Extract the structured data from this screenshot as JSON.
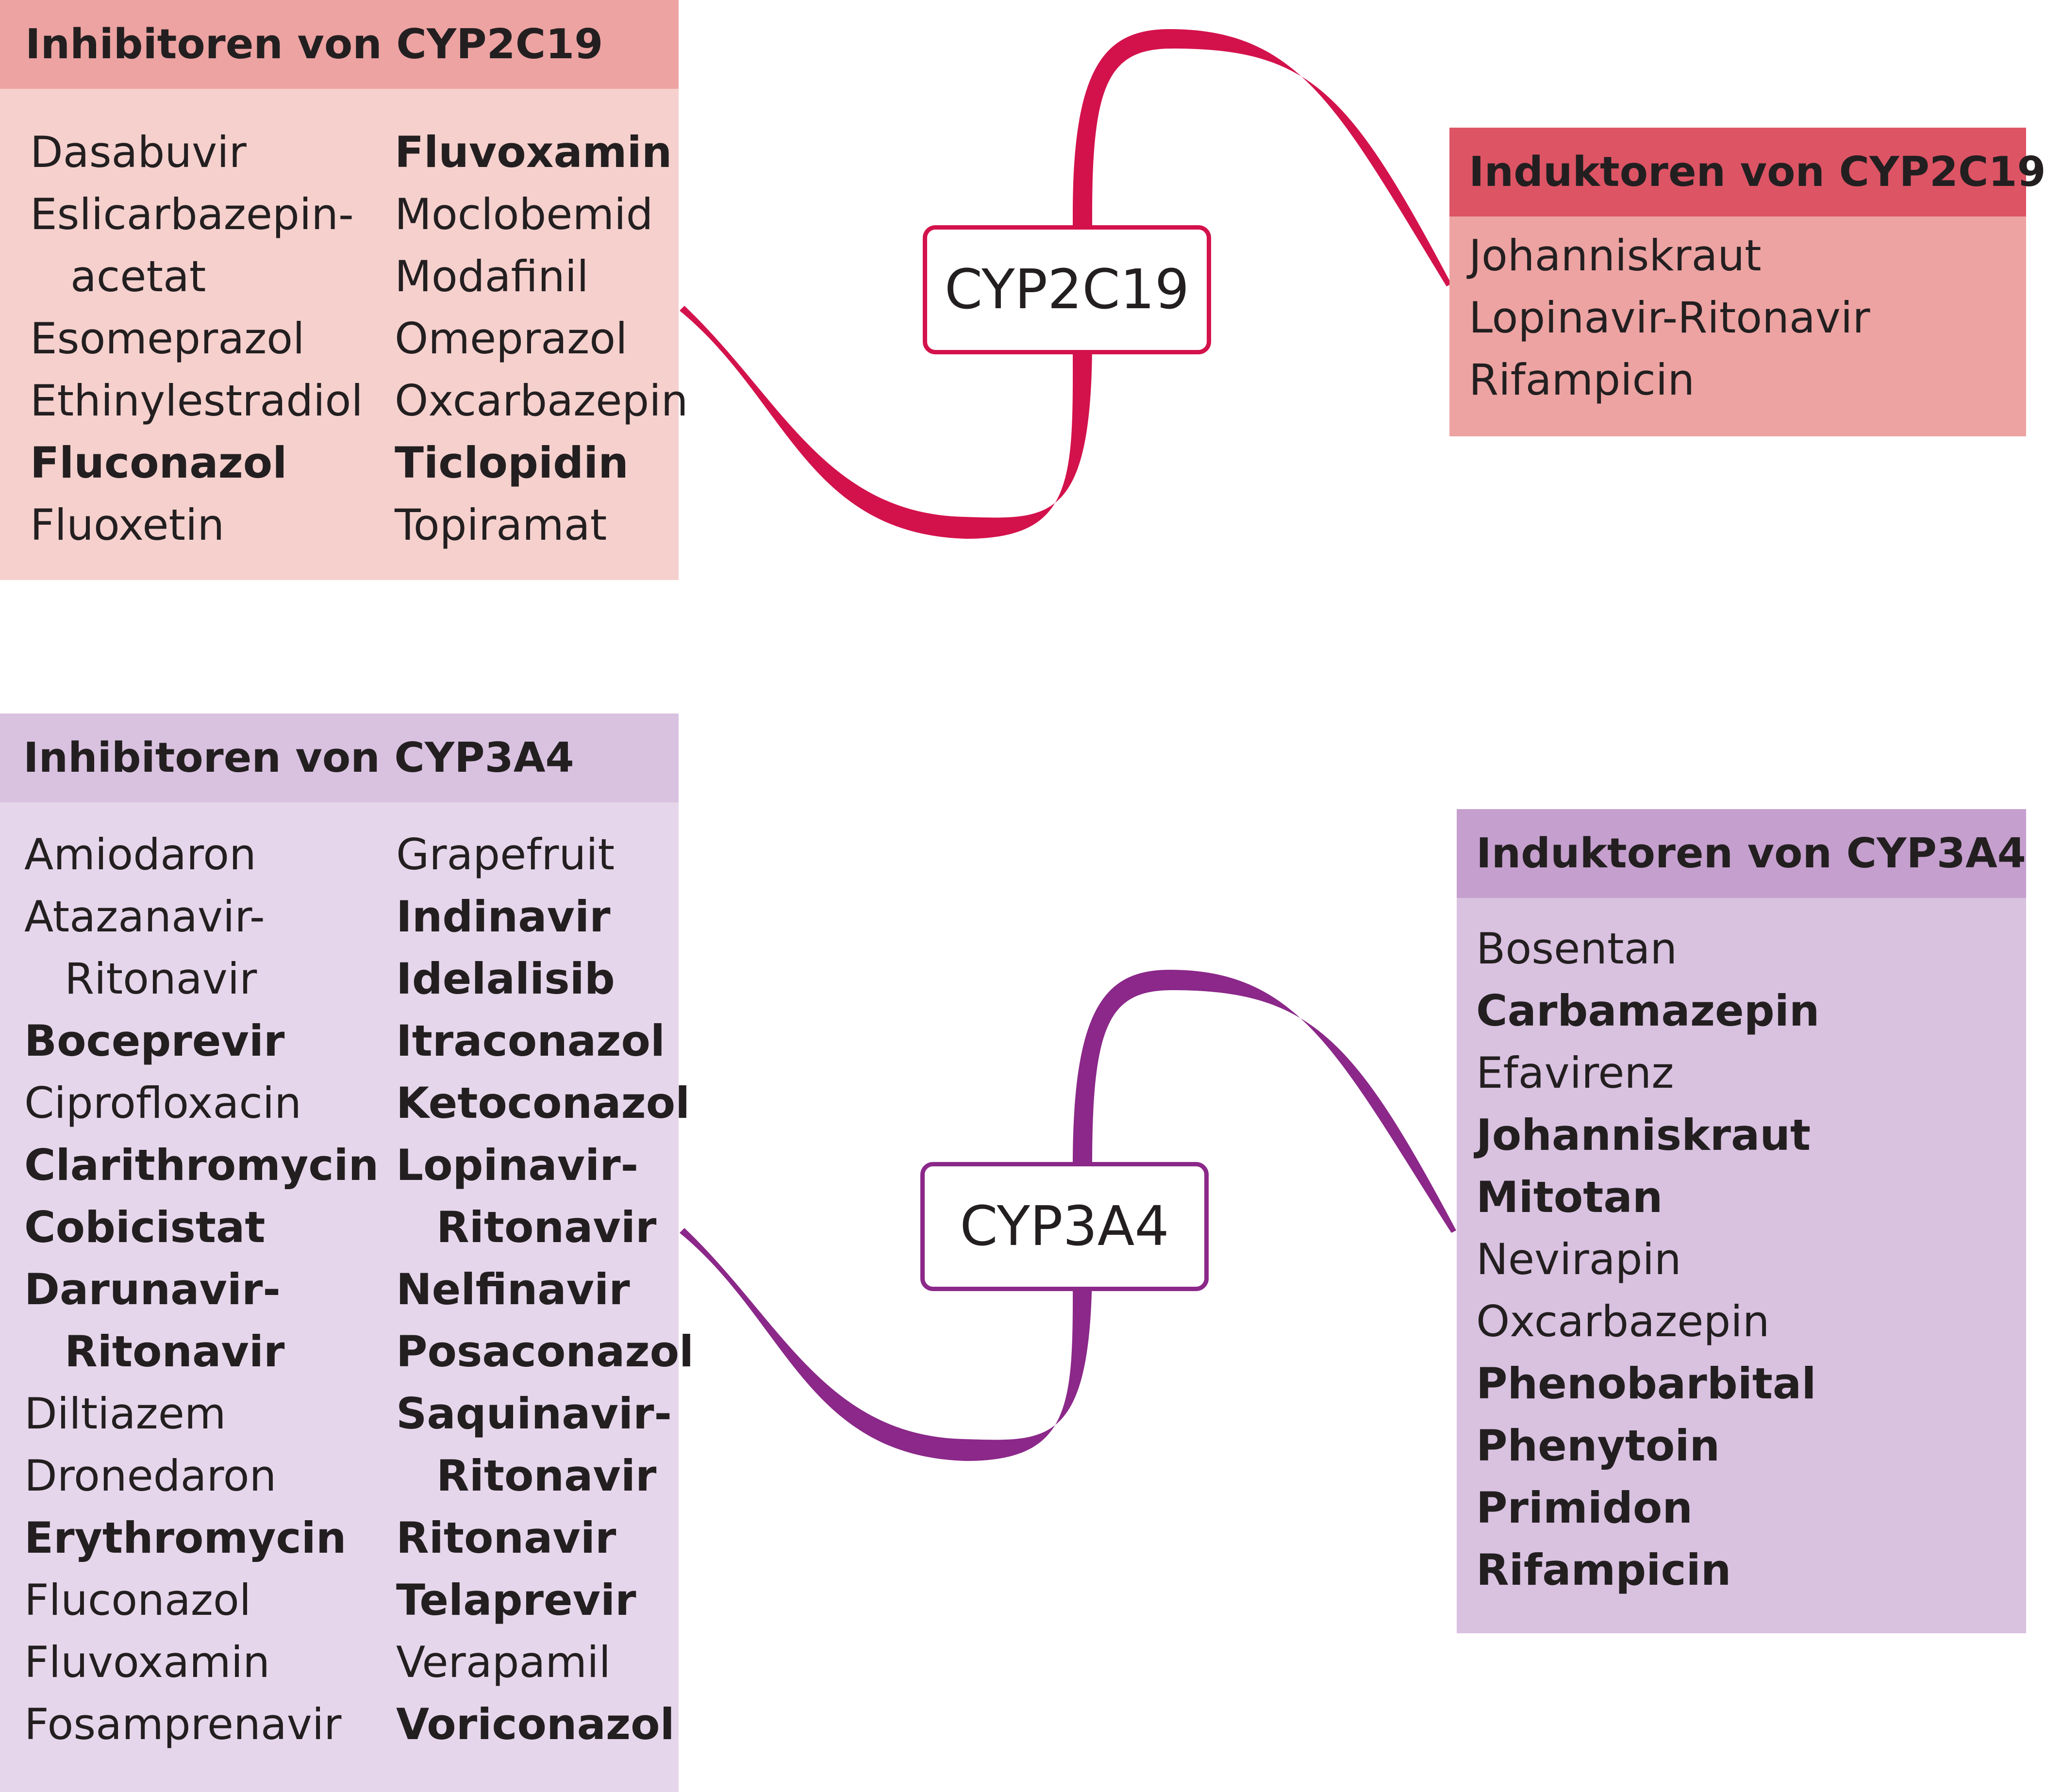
{
  "colors": {
    "cyp2c19_line": "#d3124c",
    "cyp3a4_line": "#8b2889",
    "inh2c19_header": "#eca3a2",
    "inh2c19_body": "#f5d0cd",
    "ind2c19_header": "#dd5465",
    "ind2c19_body": "#eca3a2",
    "inh3a4_header": "#d9c1e0",
    "inh3a4_body": "#e6d6eb",
    "ind3a4_header": "#c59fce",
    "ind3a4_body": "#d9c1e0"
  },
  "hubs": {
    "cyp2c19": "CYP2C19",
    "cyp3a4": "CYP3A4"
  },
  "inhibitors_2c19": {
    "title": "Inhibitoren von CYP2C19",
    "col1": [
      {
        "text": "Dasabuvir",
        "bold": false,
        "indent": false
      },
      {
        "text": "Eslicarbazepin-",
        "bold": false,
        "indent": false
      },
      {
        "text": "acetat",
        "bold": false,
        "indent": true
      },
      {
        "text": "Esomeprazol",
        "bold": false,
        "indent": false
      },
      {
        "text": "Ethinylestradiol",
        "bold": false,
        "indent": false
      },
      {
        "text": "Fluconazol",
        "bold": true,
        "indent": false
      },
      {
        "text": "Fluoxetin",
        "bold": false,
        "indent": false
      }
    ],
    "col2": [
      {
        "text": "Fluvoxamin",
        "bold": true,
        "indent": false
      },
      {
        "text": "Moclobemid",
        "bold": false,
        "indent": false
      },
      {
        "text": "Modafinil",
        "bold": false,
        "indent": false
      },
      {
        "text": "Omeprazol",
        "bold": false,
        "indent": false
      },
      {
        "text": "Oxcarbazepin",
        "bold": false,
        "indent": false
      },
      {
        "text": "Ticlopidin",
        "bold": true,
        "indent": false
      },
      {
        "text": "Topiramat",
        "bold": false,
        "indent": false
      }
    ]
  },
  "inductors_2c19": {
    "title": "Induktoren von CYP2C19",
    "items": [
      {
        "text": "Johanniskraut",
        "bold": false,
        "indent": false
      },
      {
        "text": "Lopinavir-Ritonavir",
        "bold": false,
        "indent": false
      },
      {
        "text": "Rifampicin",
        "bold": false,
        "indent": false
      }
    ]
  },
  "inhibitors_3a4": {
    "title": "Inhibitoren von CYP3A4",
    "col1": [
      {
        "text": "Amiodaron",
        "bold": false,
        "indent": false
      },
      {
        "text": "Atazanavir-",
        "bold": false,
        "indent": false
      },
      {
        "text": "Ritonavir",
        "bold": false,
        "indent": true
      },
      {
        "text": "Boceprevir",
        "bold": true,
        "indent": false
      },
      {
        "text": "Ciprofloxacin",
        "bold": false,
        "indent": false
      },
      {
        "text": "Clarithromycin",
        "bold": true,
        "indent": false
      },
      {
        "text": "Cobicistat",
        "bold": true,
        "indent": false
      },
      {
        "text": "Darunavir-",
        "bold": true,
        "indent": false
      },
      {
        "text": "Ritonavir",
        "bold": true,
        "indent": true
      },
      {
        "text": "Diltiazem",
        "bold": false,
        "indent": false
      },
      {
        "text": "Dronedaron",
        "bold": false,
        "indent": false
      },
      {
        "text": "Erythromycin",
        "bold": true,
        "indent": false
      },
      {
        "text": "Fluconazol",
        "bold": false,
        "indent": false
      },
      {
        "text": "Fluvoxamin",
        "bold": false,
        "indent": false
      },
      {
        "text": "Fosamprenavir",
        "bold": false,
        "indent": false
      }
    ],
    "col2": [
      {
        "text": "Grapefruit",
        "bold": false,
        "indent": false
      },
      {
        "text": "Indinavir",
        "bold": true,
        "indent": false
      },
      {
        "text": "Idelalisib",
        "bold": true,
        "indent": false
      },
      {
        "text": "Itraconazol",
        "bold": true,
        "indent": false
      },
      {
        "text": "Ketoconazol",
        "bold": true,
        "indent": false
      },
      {
        "text": "Lopinavir-",
        "bold": true,
        "indent": false
      },
      {
        "text": "Ritonavir",
        "bold": true,
        "indent": true
      },
      {
        "text": "Nelfinavir",
        "bold": true,
        "indent": false
      },
      {
        "text": "Posaconazol",
        "bold": true,
        "indent": false
      },
      {
        "text": "Saquinavir-",
        "bold": true,
        "indent": false
      },
      {
        "text": "Ritonavir",
        "bold": true,
        "indent": true
      },
      {
        "text": "Ritonavir",
        "bold": true,
        "indent": false
      },
      {
        "text": "Telaprevir",
        "bold": true,
        "indent": false
      },
      {
        "text": "Verapamil",
        "bold": false,
        "indent": false
      },
      {
        "text": "Voriconazol",
        "bold": true,
        "indent": false
      }
    ]
  },
  "inductors_3a4": {
    "title": "Induktoren von CYP3A4",
    "items": [
      {
        "text": "Bosentan",
        "bold": false,
        "indent": false
      },
      {
        "text": "Carbamazepin",
        "bold": true,
        "indent": false
      },
      {
        "text": "Efavirenz",
        "bold": false,
        "indent": false
      },
      {
        "text": "Johanniskraut",
        "bold": true,
        "indent": false
      },
      {
        "text": "Mitotan",
        "bold": true,
        "indent": false
      },
      {
        "text": "Nevirapin",
        "bold": false,
        "indent": false
      },
      {
        "text": "Oxcarbazepin",
        "bold": false,
        "indent": false
      },
      {
        "text": "Phenobarbital",
        "bold": true,
        "indent": false
      },
      {
        "text": "Phenytoin",
        "bold": true,
        "indent": false
      },
      {
        "text": "Primidon",
        "bold": true,
        "indent": false
      },
      {
        "text": "Rifampicin",
        "bold": true,
        "indent": false
      }
    ]
  }
}
